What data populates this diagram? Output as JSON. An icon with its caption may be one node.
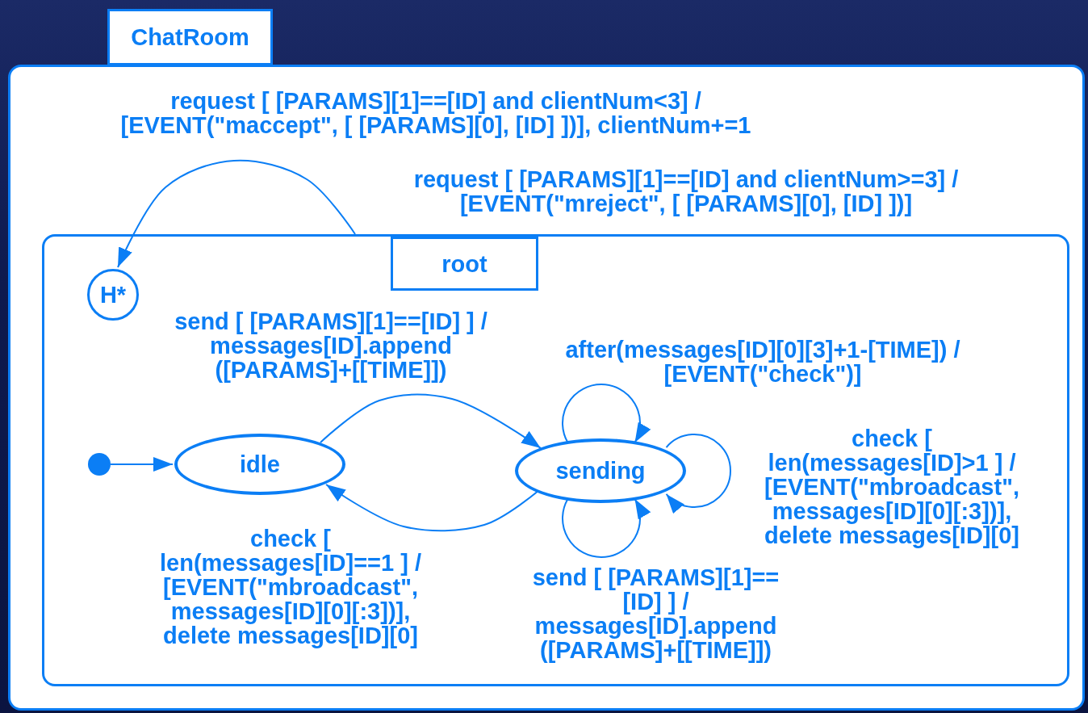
{
  "diagram": {
    "nodes": [
      {
        "text": [
          "ChatRoom"
        ]
      },
      {
        "text": [
          "root"
        ],
        "in": 0
      },
      {
        "text": [
          "H*"
        ],
        "in": 1
      },
      {
        "text": [],
        "shape": "circle",
        "in": 1
      },
      {
        "text": [
          "idle"
        ],
        "in": 1
      },
      {
        "text": [
          "sending"
        ],
        "in": 1
      }
    ],
    "edges": [
      {
        "from": 1,
        "to": 2,
        "arrow": "to",
        "label": "request [ [PARAMS][1]==[ID] and clientNum<3] / [EVENT(\"maccept\", [ [PARAMS][0], [ID] ])], clientNum+=1"
      },
      {
        "from": 3,
        "to": 4,
        "arrow": "to"
      },
      {
        "from": 4,
        "to": 5,
        "arrow": "to",
        "label": "send [ [PARAMS][1]==[ID] ] / messages[ID].append ([PARAMS]+[[TIME]])"
      },
      {
        "from": 5,
        "to": 4,
        "arrow": "to",
        "label": "check [ len(messages[ID]==1 ] / [EVENT(\"mbroadcast\", messages[ID][0][:3])], delete messages[ID][0]"
      },
      {
        "from": 5,
        "to": 5,
        "arrow": "to",
        "label": "after(messages[ID][0][3]+1-[TIME]) / [EVENT(\"check\")]"
      },
      {
        "from": 5,
        "to": 5,
        "arrow": "to",
        "label": "check [ len(messages[ID]>1 ] / [EVENT(\"mbroadcast\", messages[ID][0][:3])], delete messages[ID][0]"
      },
      {
        "from": 5,
        "to": 5,
        "arrow": "to",
        "label": "send [ [PARAMS][1]==[ID] ] / messages[ID].append ([PARAMS]+[[TIME]])"
      }
    ],
    "labels": [
      "request [ [PARAMS][1]==[ID] and clientNum>=3] / [EVENT(\"mreject\", [ [PARAMS][0], [ID] ])]"
    ]
  }
}
